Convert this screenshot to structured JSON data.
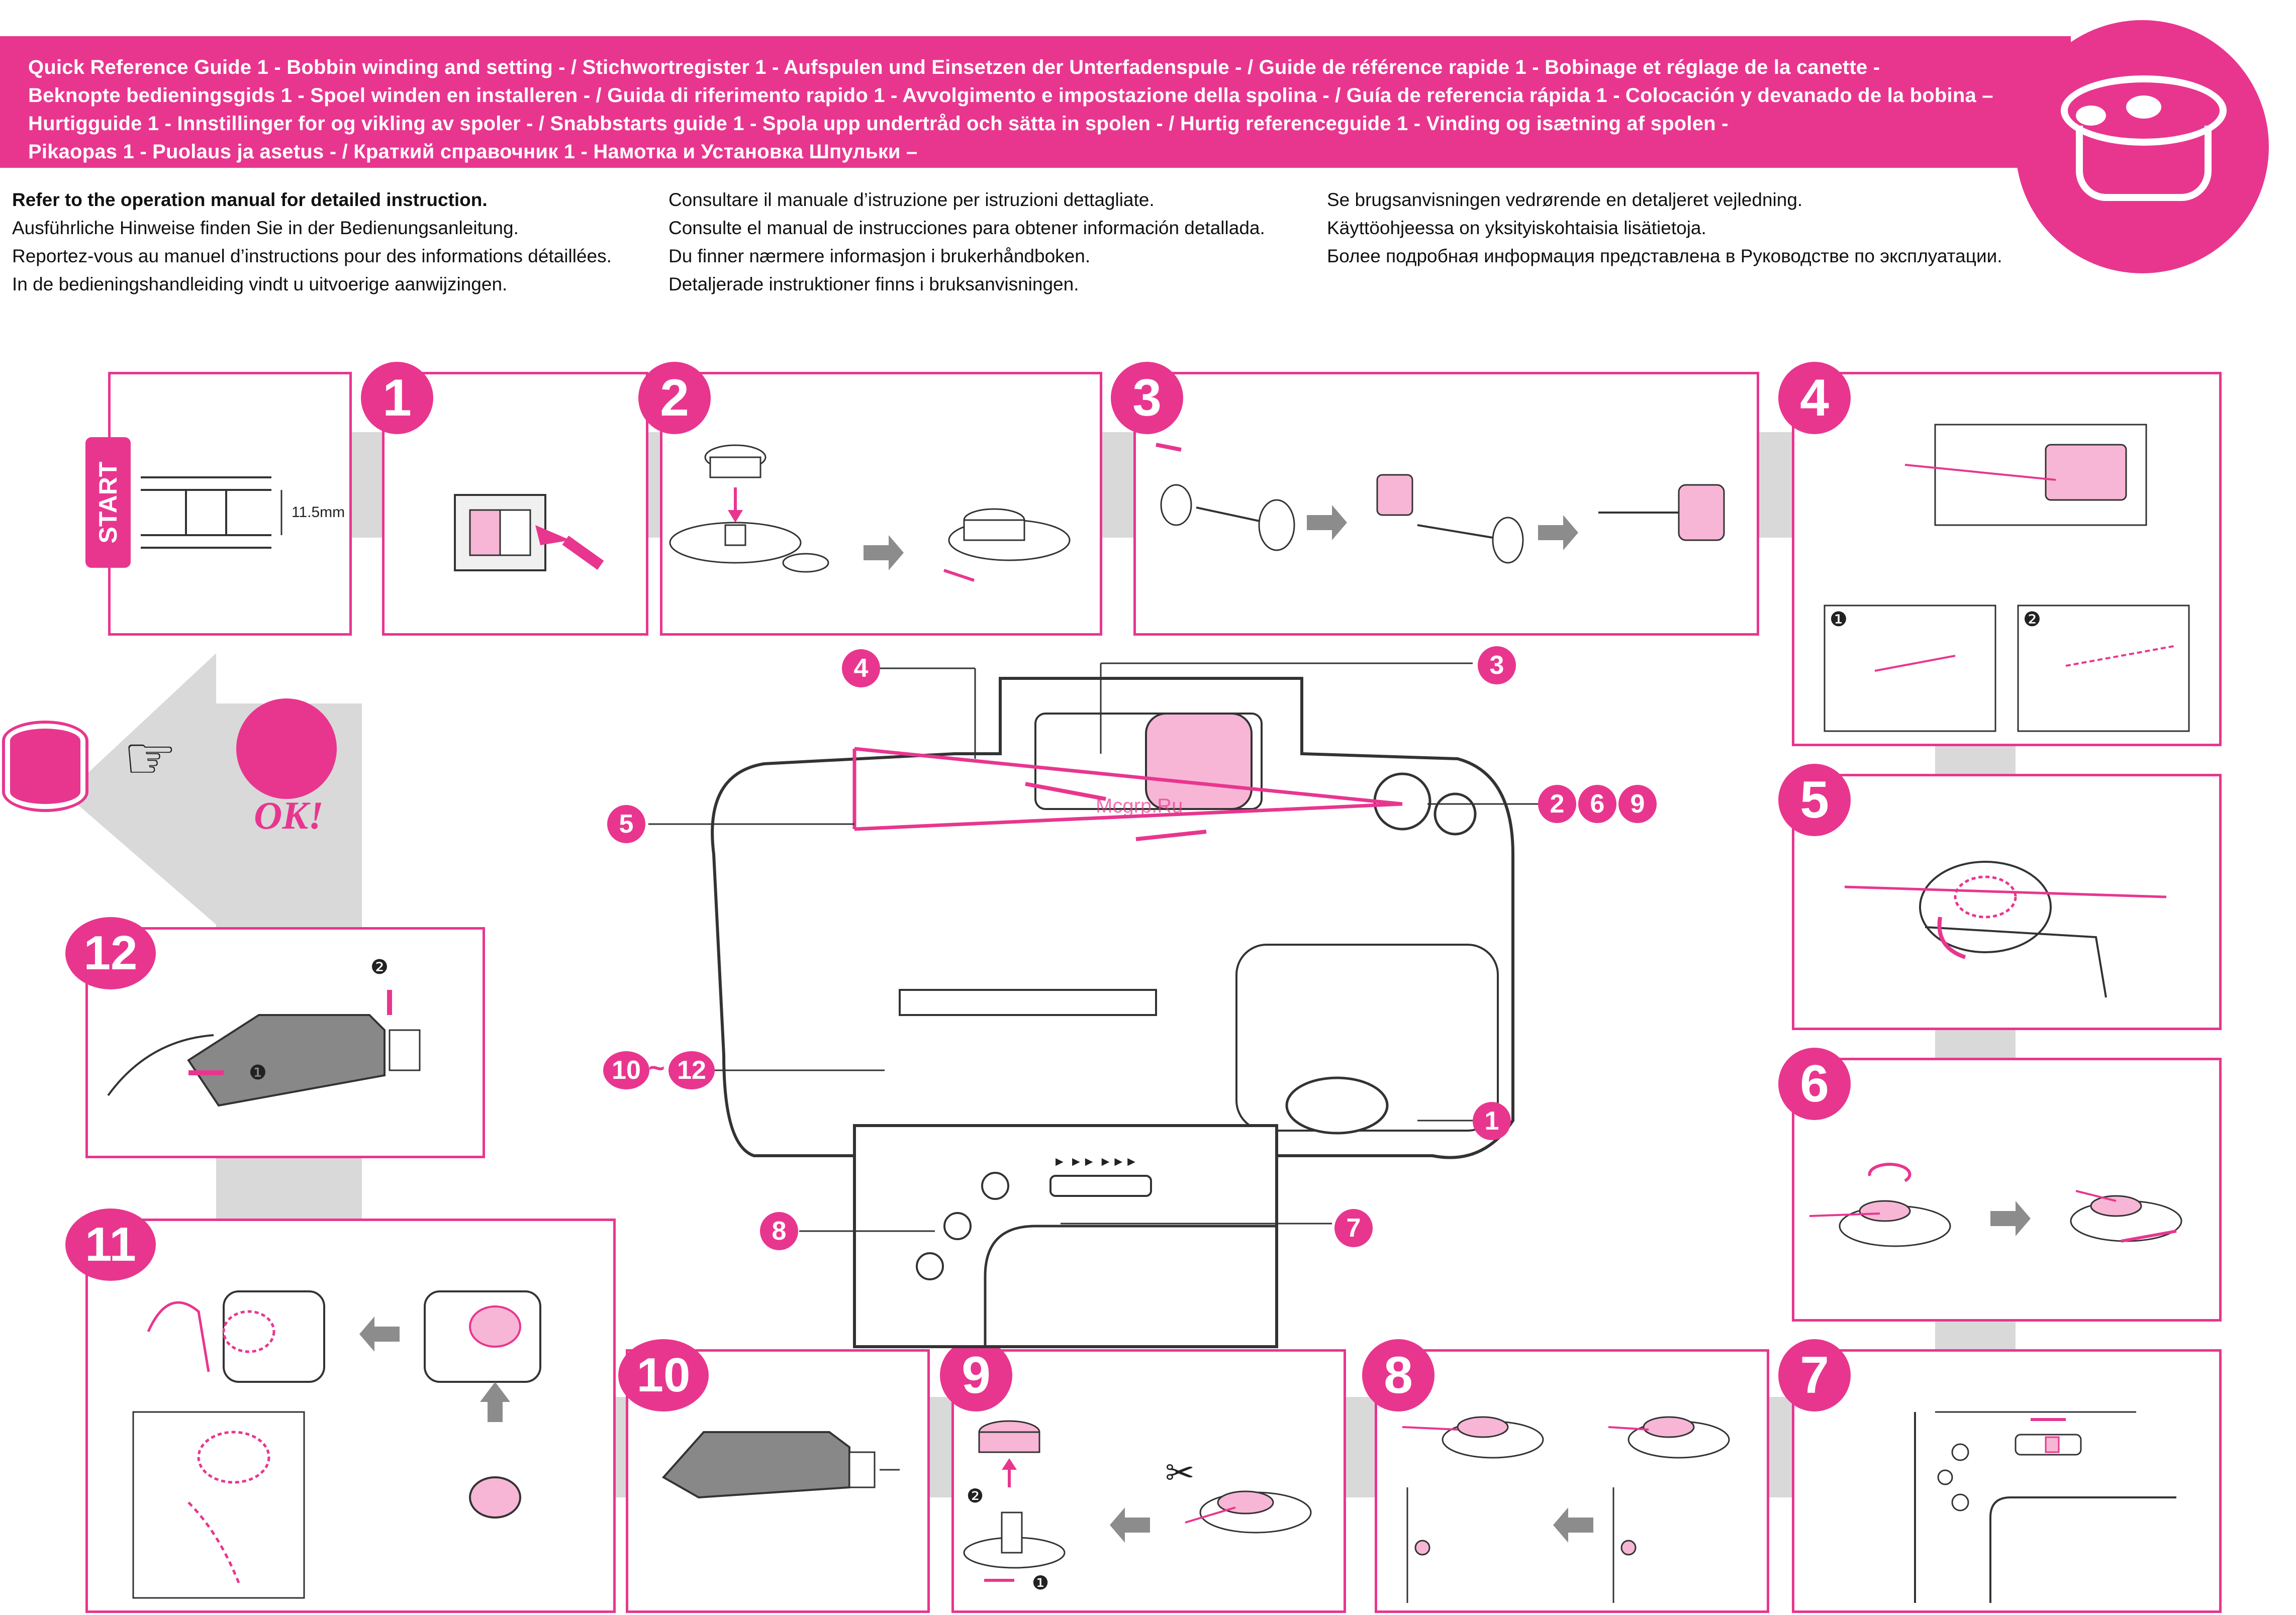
{
  "header": {
    "lines": [
      "Quick Reference Guide 1 - Bobbin winding and setting - / Stichwortregister 1 - Aufspulen und Einsetzen der Unterfadenspule - / Guide de référence rapide 1 - Bobinage et réglage de la canette -",
      "Beknopte bedieningsgids 1 - Spoel winden en installeren - / Guida di riferimento rapido 1 - Avvolgimento e impostazione della spolina - / Guía de referencia rápida 1 - Colocación y devanado de la bobina –",
      "Hurtigguide 1 - Innstillinger for og vikling av spoler - / Snabbstarts guide 1 - Spola upp undertråd och sätta in spolen - / Hurtig referenceguide 1 - Vinding og isætning af spolen -",
      "Pikaopas 1 - Puolaus ja asetus - / Краткий справочник 1 - Намотка и Установка Шпульки –"
    ]
  },
  "intro": {
    "col1": [
      "Refer to the operation manual for detailed instruction.",
      "Ausführliche Hinweise finden Sie in der Bedienungsanleitung.",
      "Reportez-vous au manuel d’instructions pour des informations détaillées.",
      "In de bedieningshandleiding vindt u uitvoerige aanwijzingen."
    ],
    "col2": [
      "Consultare il manuale d’istruzione per istruzioni dettagliate.",
      "Consulte el manual de instrucciones para obtener información detallada.",
      "Du finner nærmere informasjon i brukerhåndboken.",
      "Detaljerade instruktioner finns i bruksanvisningen."
    ],
    "col3": [
      "Se brugsanvisningen vedrørende en detaljeret vejledning.",
      "Käyttöohjeessa on yksityiskohtaisia lisätietoja.",
      "Более подробная информация представлена в Руководстве по эксплуатации."
    ]
  },
  "start": {
    "label": "START",
    "dimension": "11.5mm"
  },
  "ok_label": "OK!",
  "steps": [
    "1",
    "2",
    "3",
    "4",
    "5",
    "6",
    "7",
    "8",
    "9",
    "10",
    "11",
    "12"
  ],
  "callouts": {
    "c1": "1",
    "c2": "2",
    "c3": "3",
    "c4": "4",
    "c5": "5",
    "c6": "6",
    "c7": "7",
    "c8": "8",
    "c9": "9",
    "c10": "10",
    "tilde": "~",
    "c12": "12"
  },
  "sub_markers": {
    "one": "❶",
    "two": "❷"
  },
  "speed_marks": "► ►► ►►►",
  "watermark": "Mcgrp.Ru",
  "colors": {
    "accent": "#e8368f",
    "grey_bar": "#d9d9d9",
    "arrow": "#8c8c8c"
  }
}
